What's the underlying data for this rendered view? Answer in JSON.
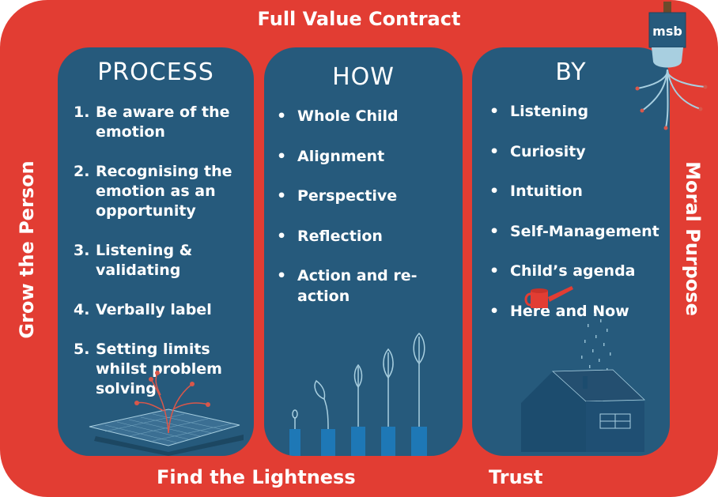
{
  "frame": {
    "top_title": "Full Value Contract",
    "left_label": "Grow the Person",
    "right_label": "Moral Purpose",
    "bottom_left": "Find the Lightness",
    "bottom_right": "Trust"
  },
  "logo": {
    "text": "msb"
  },
  "process": {
    "title": "PROCESS",
    "items": [
      {
        "num": "1.",
        "text": "Be aware of the emotion"
      },
      {
        "num": "2.",
        "text": "Recognising the emotion as an opportunity"
      },
      {
        "num": "3.",
        "text": "Listening & validating"
      },
      {
        "num": "4.",
        "text": "Verbally label"
      },
      {
        "num": "5.",
        "text": "Setting limits whilst problem solving"
      }
    ]
  },
  "how": {
    "title": "HOW",
    "items": [
      "Whole Child",
      "Alignment",
      "Perspective",
      "Reflection",
      "Action and re-action"
    ]
  },
  "by": {
    "title": "BY",
    "items": [
      "Listening",
      "Curiosity",
      "Intuition",
      "Self-Management",
      "Child’s agenda",
      "Here and Now"
    ]
  },
  "bullet": "•",
  "colors": {
    "frame": "#e23d33",
    "panel": "#265a7c",
    "text": "#ffffff",
    "accent_light": "#a8cfe0"
  },
  "icons": [
    "paintbrush-roots-icon",
    "open-book-plant-icon",
    "growing-seedlings-icon",
    "watering-can-icon",
    "house-icon"
  ]
}
